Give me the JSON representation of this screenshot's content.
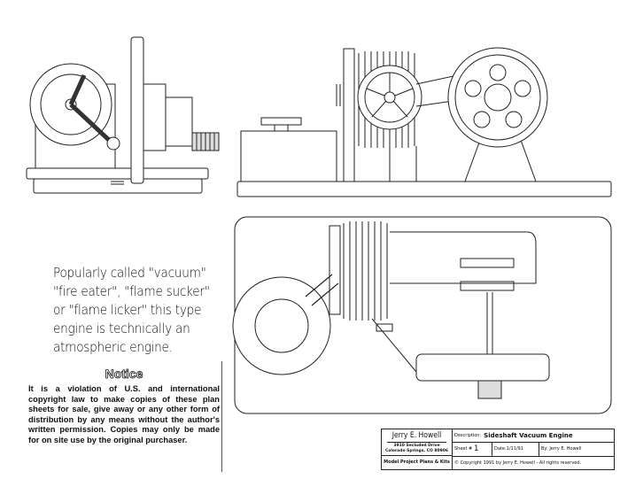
{
  "intro_lines": [
    "Popularly called \"vacuum\"",
    "\"fire eater\", \"flame sucker\"",
    "or \"flame licker\" this type",
    "engine is technically an",
    "atmospheric engine."
  ],
  "notice": {
    "title": "Notice",
    "body": "It is a violation of U.S. and international copyright law to make copies of these plan sheets for sale, give away or any other form of distribution by any means without the author's written permission. Copies may only be made for on site use by the original purchaser."
  },
  "title_block": {
    "author": "Jerry E. Howell",
    "address_line1": "3910 Secluded Drive",
    "address_line2": "Colorado Springs, CO 80906",
    "company": "Model Project Plans & Kits",
    "description_label": "Description:",
    "description": "Sideshaft Vacuum Engine",
    "sheet_label": "Sheet #",
    "sheet": "1",
    "date_label": "Date:",
    "date": "1/11/91",
    "by_label": "By:",
    "by": "Jerry E. Howell",
    "copyright": "© Copyright 1991 by Jerry E. Howell - All rights reserved."
  }
}
